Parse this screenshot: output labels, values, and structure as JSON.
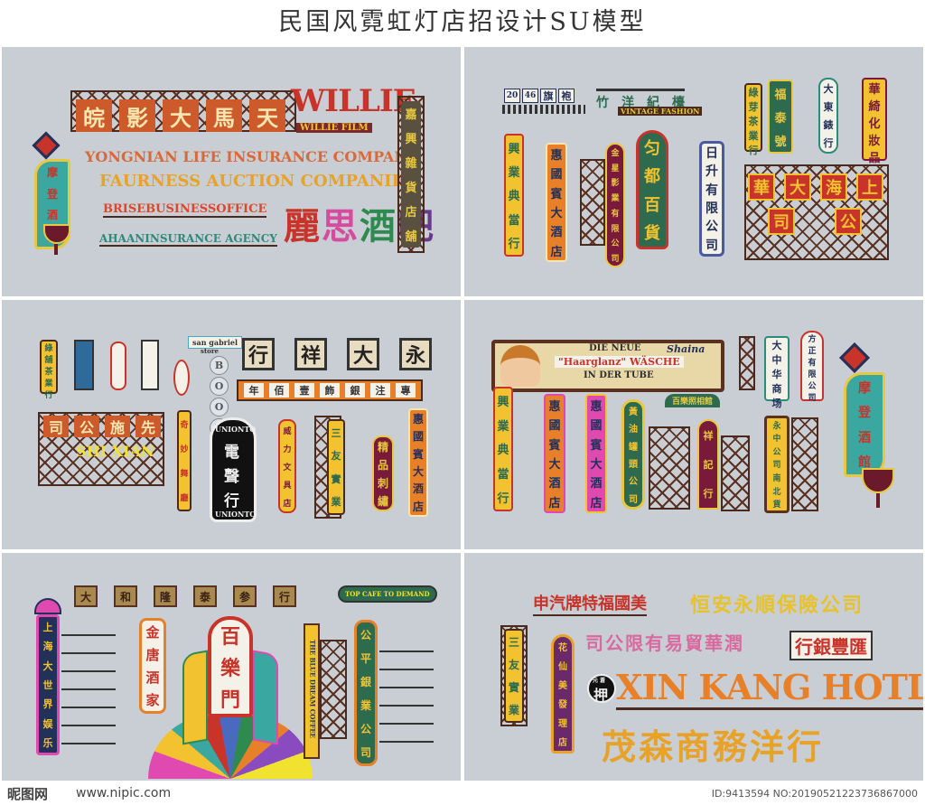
{
  "title": "民国风霓虹灯店招设计SU模型",
  "colors": {
    "panel_bg": "#c8ced3",
    "frame_brown": "#5a3020",
    "orange": "#e8802a",
    "yellow": "#f2c230",
    "red": "#c8332a",
    "teal": "#3aa8a0",
    "green": "#2e6b4e",
    "magenta": "#e04ab0",
    "navy": "#22305a"
  },
  "p1": {
    "top_tiles": [
      "皖",
      "影",
      "大",
      "馬",
      "天"
    ],
    "willie_logo": "WILLIE",
    "willie_sub": "WILLIE FILM",
    "line_yongnian": "YONGNIAN LIFE INSURANCE COMPANY",
    "line_faurness": "FAURNESS AUCTION COMPANIES",
    "line_business": "BRISEBUSINESSOFFICE",
    "line_insurance": "AHAANINSURANCE AGENCY",
    "bar_sign": [
      "麗",
      "思",
      "酒",
      "吧"
    ],
    "tall_right": [
      "嘉",
      "興",
      "雜",
      "貨",
      "店",
      "舖"
    ],
    "left_neon": [
      "摩",
      "登",
      "酒",
      "館"
    ]
  },
  "p2": {
    "header_left_chars": [
      "20",
      "46",
      "旗",
      "袍"
    ],
    "header_mid": [
      "竹",
      "洋",
      "紀",
      "檯"
    ],
    "header_mid_sub": "VINTAGE FASHION",
    "v_dian": [
      "興",
      "業",
      "典",
      "當",
      "行"
    ],
    "v_hotel": [
      "惠",
      "國",
      "賓",
      "大",
      "酒",
      "店"
    ],
    "v_company": [
      "金",
      "星",
      "影",
      "業",
      "有",
      "限",
      "公",
      "司"
    ],
    "v_dept": [
      "匀",
      "都",
      "百",
      "貨"
    ],
    "v_rise": [
      "日",
      "升",
      "有",
      "限",
      "公",
      "司"
    ],
    "v_tea": [
      "綠",
      "芽",
      "茶",
      "業",
      "行"
    ],
    "v_deco": [
      "福",
      "泰",
      "號"
    ],
    "v_sign2": [
      "大",
      "東",
      "錶",
      "行"
    ],
    "v_cosmetic": [
      "華",
      "綺",
      "化",
      "妝",
      "品"
    ],
    "big_tiles": [
      "華",
      "大",
      "海",
      "上",
      "司",
      "公"
    ]
  },
  "p3": {
    "sm1": [
      "綠",
      "舖",
      "茶",
      "業",
      "行"
    ],
    "sm_sign": "san gabriel",
    "sm_sign_sub": "store",
    "book": [
      "B",
      "O",
      "O",
      "K"
    ],
    "board_tiles": [
      "行",
      "祥",
      "大",
      "永"
    ],
    "strip": [
      "年",
      "佰",
      "壹",
      "飾",
      "銀",
      "注",
      "專"
    ],
    "sign_left": [
      "司",
      "公",
      "施",
      "先"
    ],
    "sign_left_latin": "SHI XIAN",
    "v_wonder": [
      "奇",
      "妙",
      "舞",
      "廳"
    ],
    "unionto_top": "UNIONTO",
    "unionto_chars": [
      "電",
      "聲",
      "行"
    ],
    "unionto_bottom": "UNIONTO",
    "v_willie": [
      "威",
      "力",
      "文",
      "具",
      "店"
    ],
    "v_san": [
      "三",
      "友",
      "實",
      "業"
    ],
    "v_embroidery": [
      "精",
      "品",
      "刺",
      "繡"
    ],
    "v_hotel": [
      "惠",
      "國",
      "賓",
      "大",
      "酒",
      "店"
    ]
  },
  "p4": {
    "ad_title": "DIE NEUE",
    "ad_line": "\"Haarglanz\" WÄSCHE",
    "ad_line2": "IN DER TUBE",
    "ad_brand": "Shaina",
    "v1": [
      "興",
      "業",
      "典",
      "當",
      "行"
    ],
    "v2": [
      "惠",
      "國",
      "賓",
      "大",
      "酒",
      "店"
    ],
    "v3": [
      "惠",
      "國",
      "賓",
      "大",
      "酒",
      "店"
    ],
    "v_oil": [
      "黃",
      "油",
      "罐",
      "頭",
      "公",
      "司"
    ],
    "v_arch_label": "百樂照相館",
    "v_arch": [
      "祥",
      "記",
      "行"
    ],
    "right_tiles": [
      "大",
      "中",
      "华",
      "商",
      "场"
    ],
    "right_tall": [
      "方",
      "正",
      "有",
      "限",
      "公",
      "司"
    ],
    "v_pillar": [
      "永",
      "中",
      "公",
      "司",
      "南",
      "北",
      "貨"
    ],
    "left_neon": [
      "摩",
      "登",
      "酒",
      "館"
    ]
  },
  "p5": {
    "top_row": [
      "大",
      "和",
      "隆",
      "泰",
      "参",
      "行"
    ],
    "top_right_label": "TOP CAFE TO DEMAND",
    "v_left": [
      "上",
      "海",
      "大",
      "世",
      "界",
      "娱",
      "乐"
    ],
    "v_jintang": [
      "金",
      "唐",
      "酒",
      "家"
    ],
    "center_title": [
      "百",
      "樂",
      "門"
    ],
    "coffee_label": "THE BLUE DREAM COFFEE",
    "v_right": [
      "公",
      "平",
      "銀",
      "業",
      "公",
      "司"
    ]
  },
  "p6": {
    "line1": "申汽牌特福國美",
    "line2": "恒安永順保險公司",
    "line3": "司公限有易貿華潤",
    "line4": "行銀豐匯",
    "line5": "XIN KANG HOTLE",
    "line6": "茂森商務洋行",
    "v_san": [
      "三",
      "友",
      "實",
      "業"
    ],
    "v_beauty": [
      "花",
      "仙",
      "美",
      "發",
      "理",
      "店"
    ],
    "pawn": "押",
    "pawn_top": "元 蒼"
  },
  "watermark": {
    "logo": "昵图网",
    "site": "www.nipic.com",
    "id": "ID:9413594 NO:20190521223736867000"
  }
}
